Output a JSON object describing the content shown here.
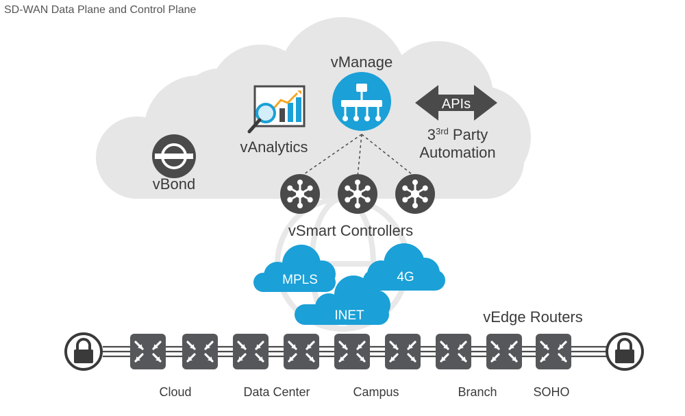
{
  "page_title": "SD-WAN Data Plane and Control Plane",
  "control_plane": {
    "vmanage": "vManage",
    "vanalytics": "vAnalytics",
    "vbond": "vBond",
    "apis": "APIs",
    "third_party_sup": "3rd",
    "third_party_line1_rest": "Party",
    "third_party_line2": "Automation",
    "vsmart": "vSmart Controllers"
  },
  "transports": [
    "MPLS",
    "4G",
    "INET"
  ],
  "vedge_label": "vEdge Routers",
  "sites": [
    "Cloud",
    "Data Center",
    "Campus",
    "Branch",
    "SOHO"
  ],
  "colors": {
    "cloud_gray": "#e6e6e6",
    "brand_blue": "#1ba0d7",
    "dark_gray": "#4a4a4a",
    "router_gray": "#55575a",
    "text_gray": "#3a3a3a"
  },
  "icons": {
    "vmanage": "dashboard-hierarchy-icon",
    "vanalytics": "analytics-chart-magnifier-icon",
    "vbond": "orchestrator-icon",
    "vsmart": "controller-hub-icon",
    "router": "router-arrows-icon",
    "lock": "padlock-icon"
  }
}
